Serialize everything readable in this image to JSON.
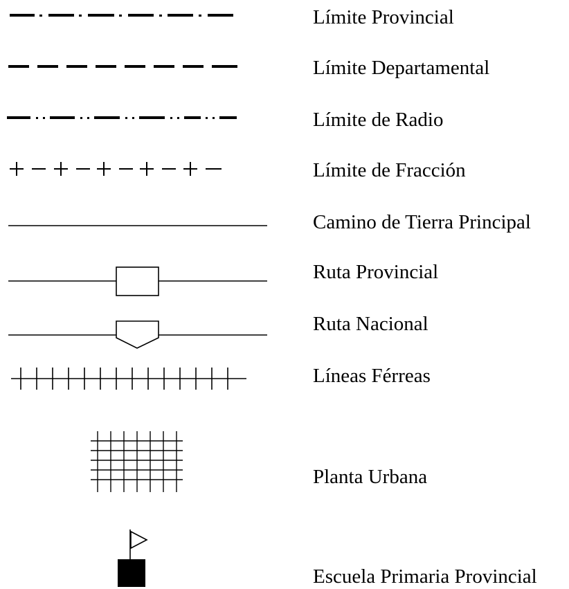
{
  "legend": {
    "items": [
      {
        "id": "limite-provincial",
        "label": "Límite Provincial",
        "symbol": "dash-dot-line"
      },
      {
        "id": "limite-departamental",
        "label": "Límite Departamental",
        "symbol": "dashed-line"
      },
      {
        "id": "limite-de-radio",
        "label": "Límite de Radio",
        "symbol": "dash-dot-dot-line"
      },
      {
        "id": "limite-de-fraccion",
        "label": "Límite de Fracción",
        "symbol": "plus-dash-line"
      },
      {
        "id": "camino-de-tierra-principal",
        "label": "Camino de Tierra Principal",
        "symbol": "solid-line"
      },
      {
        "id": "ruta-provincial",
        "label": "Ruta Provincial",
        "symbol": "line-with-rectangle-shield"
      },
      {
        "id": "ruta-nacional",
        "label": "Ruta Nacional",
        "symbol": "line-with-pentagon-shield"
      },
      {
        "id": "lineas-ferreas",
        "label": "Líneas Férreas",
        "symbol": "railroad-tick-line"
      },
      {
        "id": "planta-urbana",
        "label": "Planta Urbana",
        "symbol": "grid-block"
      },
      {
        "id": "escuela-primaria-provincial",
        "label": "Escuela Primaria Provincial",
        "symbol": "flag-on-square"
      }
    ]
  },
  "colors": {
    "ink": "#000000",
    "background": "#ffffff"
  }
}
